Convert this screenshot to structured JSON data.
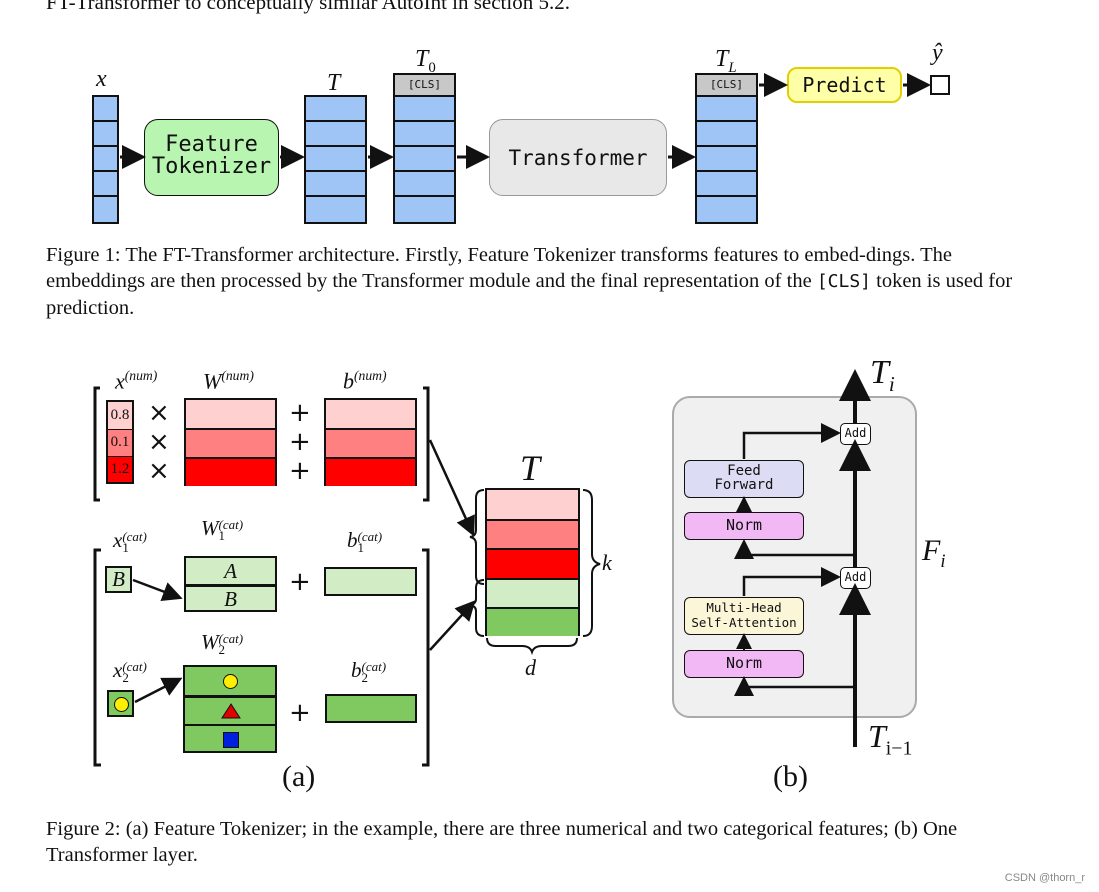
{
  "top_text": "FT-Transformer to conceptually similar AutoInt in section 5.2.",
  "figure1": {
    "x_label": "x",
    "T_label": "T",
    "T0_label": "T",
    "T0_sub": "0",
    "TL_label": "T",
    "TL_sub": "L",
    "yhat_label": "ŷ",
    "feature_tokenizer_line1": "Feature",
    "feature_tokenizer_line2": "Tokenizer",
    "transformer_label": "Transformer",
    "predict_label": "Predict",
    "cls_token": "[CLS]",
    "caption_prefix": "Figure 1: The FT-Transformer architecture. Firstly, Feature Tokenizer transforms features to embed-dings. The embeddings are then processed by the Transformer module and the final representation of the ",
    "caption_code": "[CLS]",
    "caption_suffix": " token is used for prediction."
  },
  "figure2": {
    "panel_a": {
      "x_num_label": "x",
      "x_num_sup": "(num)",
      "W_num_label": "W",
      "W_num_sup": "(num)",
      "b_num_label": "b",
      "b_num_sup": "(num)",
      "num_values": [
        "0.8",
        "0.1",
        "1.2"
      ],
      "times": "×",
      "plus": "+",
      "x1_label": "x",
      "x1_sub": "1",
      "x1_sup": "(cat)",
      "W1_label": "W",
      "W1_sub": "1",
      "W1_sup": "(cat)",
      "b1_label": "b",
      "b1_sub": "1",
      "b1_sup": "(cat)",
      "x1_value": "B",
      "W1_rows": [
        "A",
        "B"
      ],
      "x2_label": "x",
      "x2_sub": "2",
      "x2_sup": "(cat)",
      "W2_label": "W",
      "W2_sub": "2",
      "W2_sup": "(cat)",
      "b2_label": "b",
      "b2_sub": "2",
      "b2_sup": "(cat)",
      "T_label": "T",
      "k_label": "k",
      "d_label": "d",
      "panel_label": "(a)",
      "colors": {
        "num_light": "#ffd0d0",
        "num_mid": "#ff8080",
        "num_dark": "#ff0000",
        "cat_light": "#d2ecc5",
        "cat_dark": "#80c860",
        "circle": "#ffee00",
        "triangle": "#e00000",
        "square": "#0020e0"
      }
    },
    "panel_b": {
      "Ti_label": "T",
      "Ti_sub": "i",
      "Ti_minus_label": "T",
      "Ti_minus_sub": "i−1",
      "Fi_label": "F",
      "Fi_sub": "i",
      "add_label": "Add",
      "feed_forward_line1": "Feed",
      "feed_forward_line2": "Forward",
      "norm_label": "Norm",
      "mhsa_line1": "Multi-Head",
      "mhsa_line2": "Self-Attention",
      "panel_label": "(b)"
    },
    "caption": "Figure 2: (a) Feature Tokenizer; in the example, there are three numerical and two categorical features; (b) One Transformer layer."
  },
  "watermark": "CSDN @thorn_r"
}
